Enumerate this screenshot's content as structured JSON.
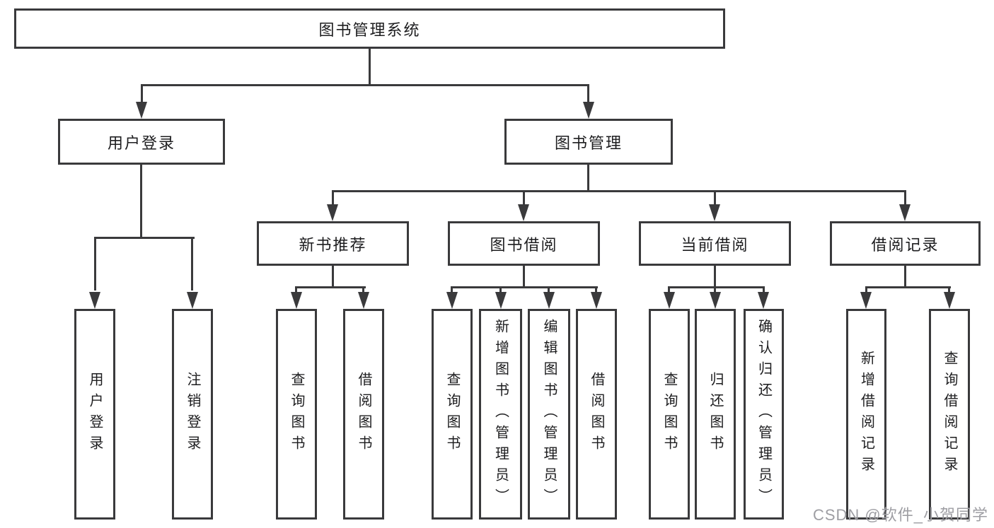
{
  "diagram": {
    "root": {
      "label": "图书管理系统"
    },
    "level2": {
      "user_login": {
        "label": "用户登录"
      },
      "book_mgmt": {
        "label": "图书管理"
      }
    },
    "level3": {
      "new_books": {
        "label": "新书推荐"
      },
      "borrowing": {
        "label": "图书借阅"
      },
      "current": {
        "label": "当前借阅"
      },
      "records": {
        "label": "借阅记录"
      }
    },
    "leaves": {
      "login": {
        "label": "用户登录"
      },
      "logout": {
        "label": "注销登录"
      },
      "nb_query": {
        "label": "查询图书"
      },
      "nb_borrow": {
        "label": "借阅图书"
      },
      "bw_query": {
        "label": "查询图书"
      },
      "bw_add": {
        "label": "新增图书（管理员）"
      },
      "bw_edit": {
        "label": "编辑图书（管理员）"
      },
      "bw_borrow": {
        "label": "借阅图书"
      },
      "cur_query": {
        "label": "查询图书"
      },
      "cur_return": {
        "label": "归还图书"
      },
      "cur_confirm": {
        "label": "确认归还（管理员）"
      },
      "rec_add": {
        "label": "新增借阅记录"
      },
      "rec_query": {
        "label": "查询借阅记录"
      }
    },
    "watermark": "CSDN @软件_小贺同学",
    "colors": {
      "line": "#3a3a3c",
      "text": "#1d1d1f",
      "watermark": "#9e9ea3",
      "background": "#ffffff"
    }
  }
}
